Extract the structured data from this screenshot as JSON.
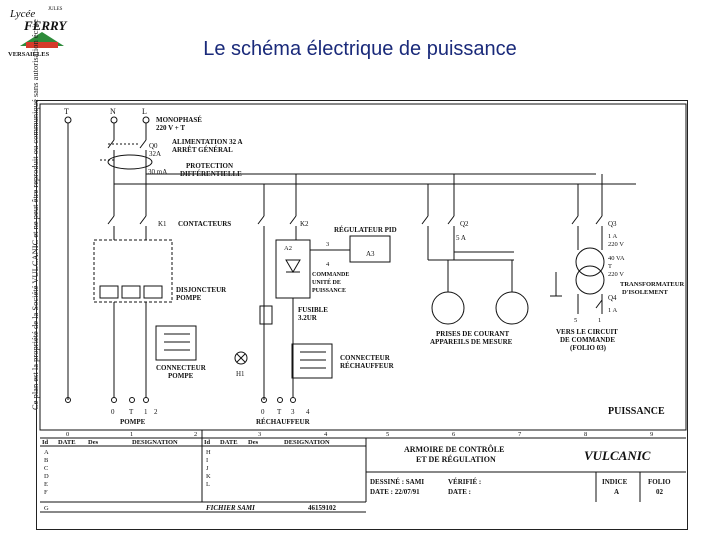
{
  "header": {
    "title": "Le schéma électrique de puissance",
    "logo_line1": "Lycée",
    "logo_name": "FERRY",
    "logo_small": "JULES",
    "logo_city": "VERSAILLES"
  },
  "side_note": "Ce plan est la propriété de la Société VULCANIC et ne peut être reproduit ou communiqué sans autorisation écrite",
  "diagram": {
    "terminals": [
      "T",
      "N",
      "L"
    ],
    "supply": [
      "MONOPHASÉ",
      "220 V + T"
    ],
    "main_switch": [
      "ALIMENTATION 32 A",
      "ARRÊT GÉNÉRAL"
    ],
    "q0": "Q0",
    "q0_rating": "32A",
    "diff_rating": "30 mA",
    "diff_label": [
      "PROTECTION",
      "DIFFÉRENTIELLE"
    ],
    "k1": "K1",
    "contactors": "CONTACTEURS",
    "k2": "K2",
    "regulator": "RÉGULATEUR PID",
    "a3": "A3",
    "a2": "A2",
    "pin3": "3",
    "pin4": "4",
    "power_unit": [
      "COMMANDE",
      "UNITÉ DE",
      "PUISSANCE"
    ],
    "q2": "Q2",
    "q2_rating": "5 A",
    "q3": "Q3",
    "q3_rating": "1 A",
    "tr_primary": "220 V",
    "tr_power": "40 VA",
    "tr_t": "T",
    "tr_secondary": "220 V",
    "transformer": [
      "TRANSFORMATEUR",
      "D'ISOLEMENT"
    ],
    "q4": "Q4",
    "q4_rating": "1 A",
    "q4_pin5": "5",
    "q4_pin1": "1",
    "breaker_pump": [
      "DISJONCTEUR",
      "POMPE"
    ],
    "fuse": [
      "FUSIBLE",
      "3.2UR"
    ],
    "outlets": [
      "PRISES DE COURANT",
      "APPAREILS DE MESURE"
    ],
    "control_circuit": [
      "VERS LE CIRCUIT",
      "DE COMMANDE",
      "(FOLIO 03)"
    ],
    "h1": "H1",
    "conn_pump": [
      "CONNECTEUR",
      "POMPE"
    ],
    "conn_heater": [
      "CONNECTEUR",
      "RÉCHAUFFEUR"
    ],
    "pump_terminals": [
      "0",
      "T",
      "1",
      "2"
    ],
    "pump_label": "POMPE",
    "heater_terminals": [
      "0",
      "T",
      "3",
      "4"
    ],
    "heater_label": "RÉCHAUFFEUR",
    "section_title": "PUISSANCE",
    "grid_numbers": [
      "0",
      "1",
      "2",
      "3",
      "4",
      "5",
      "6",
      "7",
      "8",
      "9"
    ]
  },
  "title_block": {
    "rev_headers": [
      "Id",
      "DATE",
      "Des",
      "DESIGNATION"
    ],
    "rev_rows_left": [
      "A",
      "B",
      "C",
      "D",
      "E",
      "F",
      "G"
    ],
    "rev_rows_right": [
      "H",
      "I",
      "J",
      "K",
      "L"
    ],
    "project_title": [
      "ARMOIRE DE CONTRÔLE",
      "ET DE RÉGULATION"
    ],
    "company": "VULCANIC",
    "drawn_label": "DESSINÉ : SAMI",
    "checked_label": "VÉRIFIÉ :",
    "date_drawn": "DATE : 22/07/91",
    "date_checked": "DATE :",
    "index_label": "INDICE",
    "index_value": "A",
    "folio_label": "FOLIO",
    "folio_value": "02",
    "file_label": "FICHIER SAMI",
    "file_number": "46159102"
  }
}
